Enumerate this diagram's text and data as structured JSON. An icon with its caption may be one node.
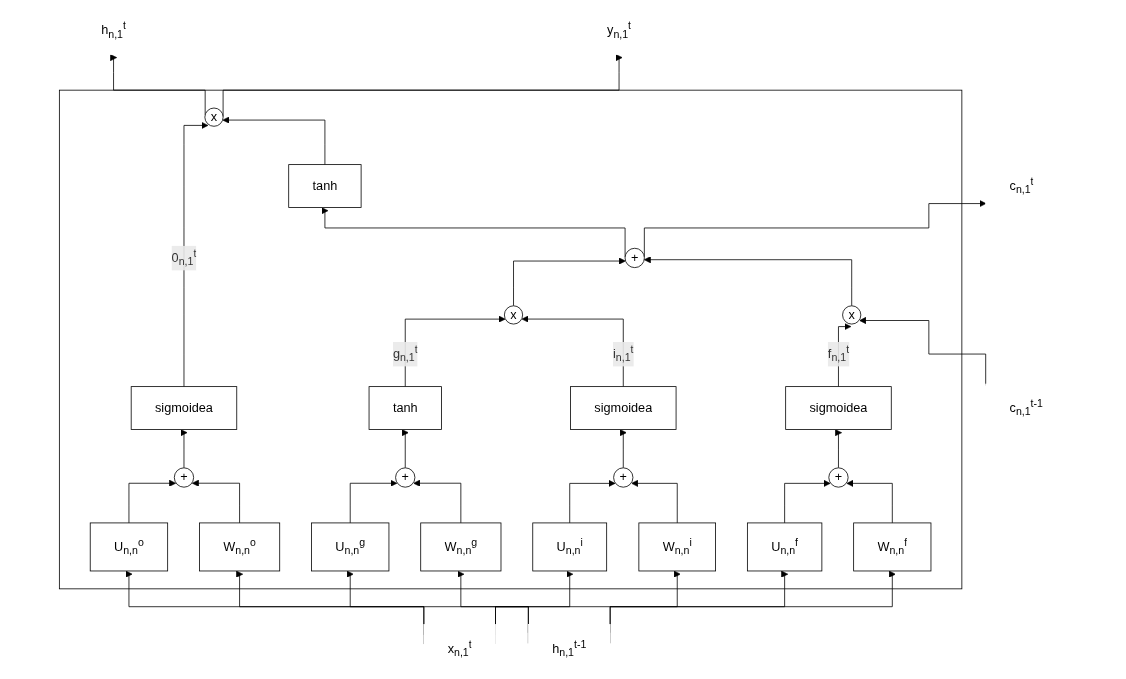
{
  "diagram": {
    "nodes": [
      {
        "text": [
          "y$_{n,1}$$^{t}$"
        ]
      },
      {
        "text": [],
        "shape": "box"
      },
      {
        "text": [
          "c$_{n,1}$$^{t-1}$"
        ]
      },
      {
        "text": [
          "x"
        ],
        "in": 1
      },
      {
        "text": [
          "+"
        ],
        "in": 1
      },
      {
        "text": [
          "c$_{n,1}$$^{t}$"
        ]
      },
      {
        "text": [
          "tanh"
        ],
        "in": 1
      },
      {
        "text": [
          "x"
        ],
        "in": 1
      },
      {
        "text": [
          "x"
        ],
        "in": 1
      },
      {
        "text": [
          "sigmoidea"
        ],
        "in": 1
      },
      {
        "text": [
          "sigmoidea"
        ],
        "in": 1
      },
      {
        "text": [
          "tanh"
        ],
        "in": 1
      },
      {
        "text": [
          "sigmoidea"
        ],
        "in": 1
      },
      {
        "text": [
          "+"
        ],
        "in": 1
      },
      {
        "text": [
          "+"
        ],
        "in": 1
      },
      {
        "text": [
          "+"
        ],
        "in": 1
      },
      {
        "text": [
          "+"
        ],
        "in": 1
      },
      {
        "text": [
          "W$_{n,n}$$^{f}$"
        ],
        "in": 1
      },
      {
        "text": [
          "U$_{n,n}$$^{f}$"
        ],
        "in": 1
      },
      {
        "text": [
          "W$_{n,n}$$^{i}$"
        ],
        "in": 1
      },
      {
        "text": [
          "U$_{n,n}$$^{i}$"
        ],
        "in": 1
      },
      {
        "text": [
          "W$_{n,n}$$^{g}$"
        ],
        "in": 1
      },
      {
        "text": [
          "U$_{n,n}$$^{g}$"
        ],
        "in": 1
      },
      {
        "text": [
          "W$_{n,n}$$^{o}$"
        ],
        "in": 1
      },
      {
        "text": [
          "U$_{n,n}$$^{o}$"
        ],
        "in": 1
      },
      {
        "text": [
          "h$_{n,1}$$^{t-1}$"
        ]
      },
      {
        "text": [
          "h$_{n,1}$$^{t}$"
        ]
      },
      {
        "text": [
          "x$_{n,1}$$^{t}$"
        ]
      }
    ],
    "edges": [
      {
        "from": 2,
        "to": 3,
        "arrow": "to"
      },
      {
        "from": 3,
        "to": 4,
        "arrow": "to"
      },
      {
        "from": 4,
        "to": 5,
        "arrow": "to"
      },
      {
        "from": 4,
        "to": 6,
        "arrow": "to"
      },
      {
        "from": 6,
        "to": 8,
        "arrow": "to"
      },
      {
        "from": 9,
        "to": 3,
        "arrow": "to",
        "label": "f$_{n,1}$$^{t}$"
      },
      {
        "from": 10,
        "to": 7,
        "arrow": "to",
        "label": "i$_{n,1}$$^{t}$"
      },
      {
        "from": 11,
        "to": 7,
        "arrow": "to",
        "label": "g$_{n,1}$$^{t}$"
      },
      {
        "from": 7,
        "to": 4,
        "arrow": "to"
      },
      {
        "from": 12,
        "to": 8,
        "arrow": "to",
        "label": "0$_{n,1}$$^{t}$"
      },
      {
        "from": 13,
        "to": 9,
        "arrow": "to"
      },
      {
        "from": 14,
        "to": 10,
        "arrow": "to"
      },
      {
        "from": 15,
        "to": 11,
        "arrow": "to"
      },
      {
        "from": 16,
        "to": 12,
        "arrow": "to"
      },
      {
        "from": 17,
        "to": 13,
        "arrow": "to"
      },
      {
        "from": 18,
        "to": 13,
        "arrow": "to"
      },
      {
        "from": 19,
        "to": 14,
        "arrow": "to"
      },
      {
        "from": 20,
        "to": 14,
        "arrow": "to"
      },
      {
        "from": 21,
        "to": 15,
        "arrow": "to"
      },
      {
        "from": 22,
        "to": 15,
        "arrow": "to"
      },
      {
        "from": 23,
        "to": 16,
        "arrow": "to"
      },
      {
        "from": 24,
        "to": 16,
        "arrow": "to"
      },
      {
        "from": 25,
        "to": 17,
        "arrow": "to"
      },
      {
        "from": 25,
        "to": 19,
        "arrow": "to"
      },
      {
        "from": 25,
        "to": 21,
        "arrow": "to"
      },
      {
        "from": 25,
        "to": 23,
        "arrow": "to"
      },
      {
        "from": 27,
        "to": 18,
        "arrow": "to"
      },
      {
        "from": 27,
        "to": 20,
        "arrow": "to"
      },
      {
        "from": 27,
        "to": 22,
        "arrow": "to"
      },
      {
        "from": 27,
        "to": 24,
        "arrow": "to"
      },
      {
        "from": 8,
        "to": 26,
        "arrow": "to"
      },
      {
        "from": 8,
        "to": 0,
        "arrow": "to"
      }
    ]
  }
}
